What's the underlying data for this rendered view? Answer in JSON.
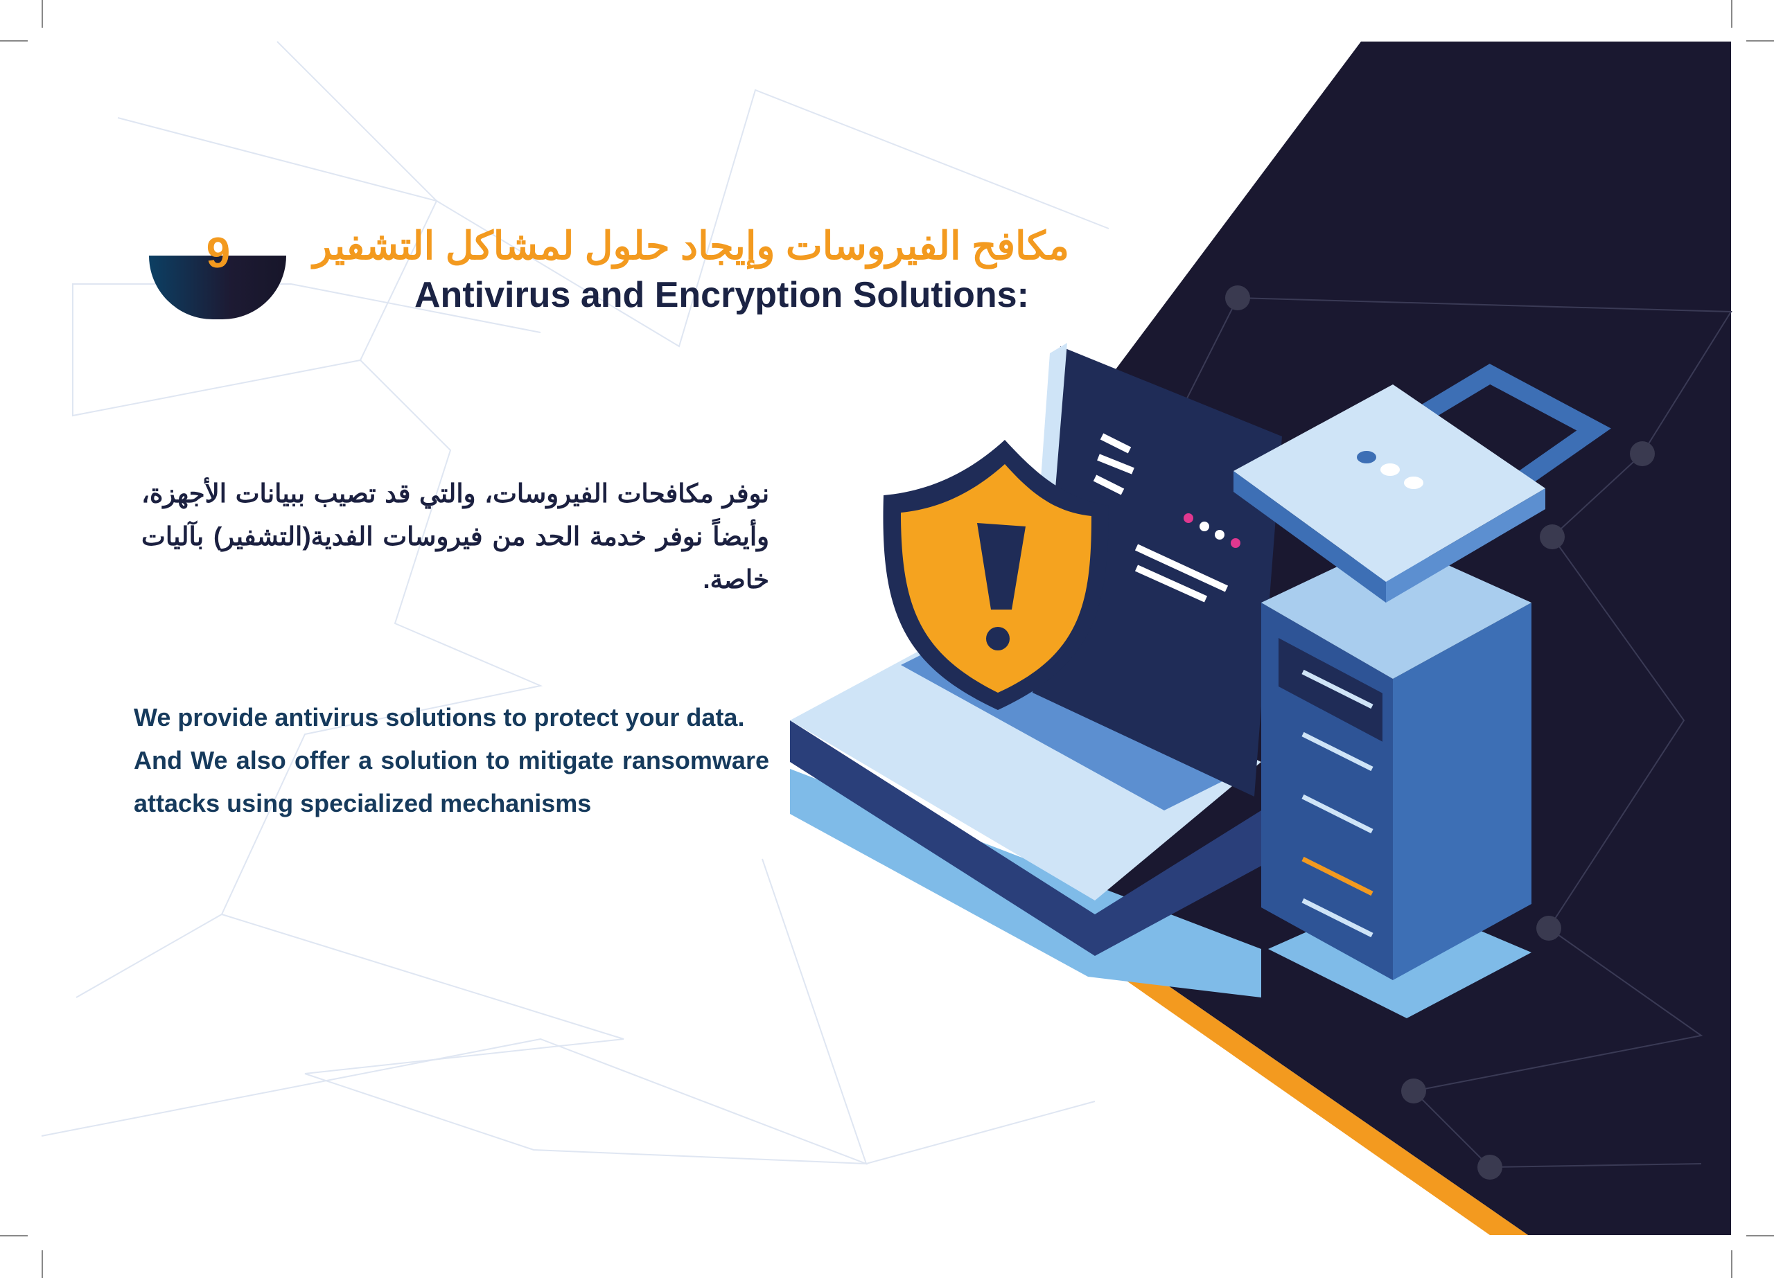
{
  "badge": {
    "number": "9"
  },
  "title": {
    "arabic": "مكافح الفيروسات وإيجاد حلول لمشاكل التشفير",
    "english": "Antivirus and Encryption Solutions:"
  },
  "body": {
    "arabic": "نوفر مكافحات الفيروسات، والتي قد تصيب ببيانات الأجهزة، وأيضاً نوفر خدمة الحد من فيروسات الفدية(التشفير) بآليات خاصة.",
    "english_1": "We provide antivirus solutions to protect your data.",
    "english_2": "And We also offer a solution to mitigate ransomware attacks using specialized mechanisms"
  },
  "colors": {
    "accent": "#f39a1f",
    "navy": "#1b2344",
    "dark_panel": "#1a1830",
    "blue": "#3d6fb5"
  }
}
